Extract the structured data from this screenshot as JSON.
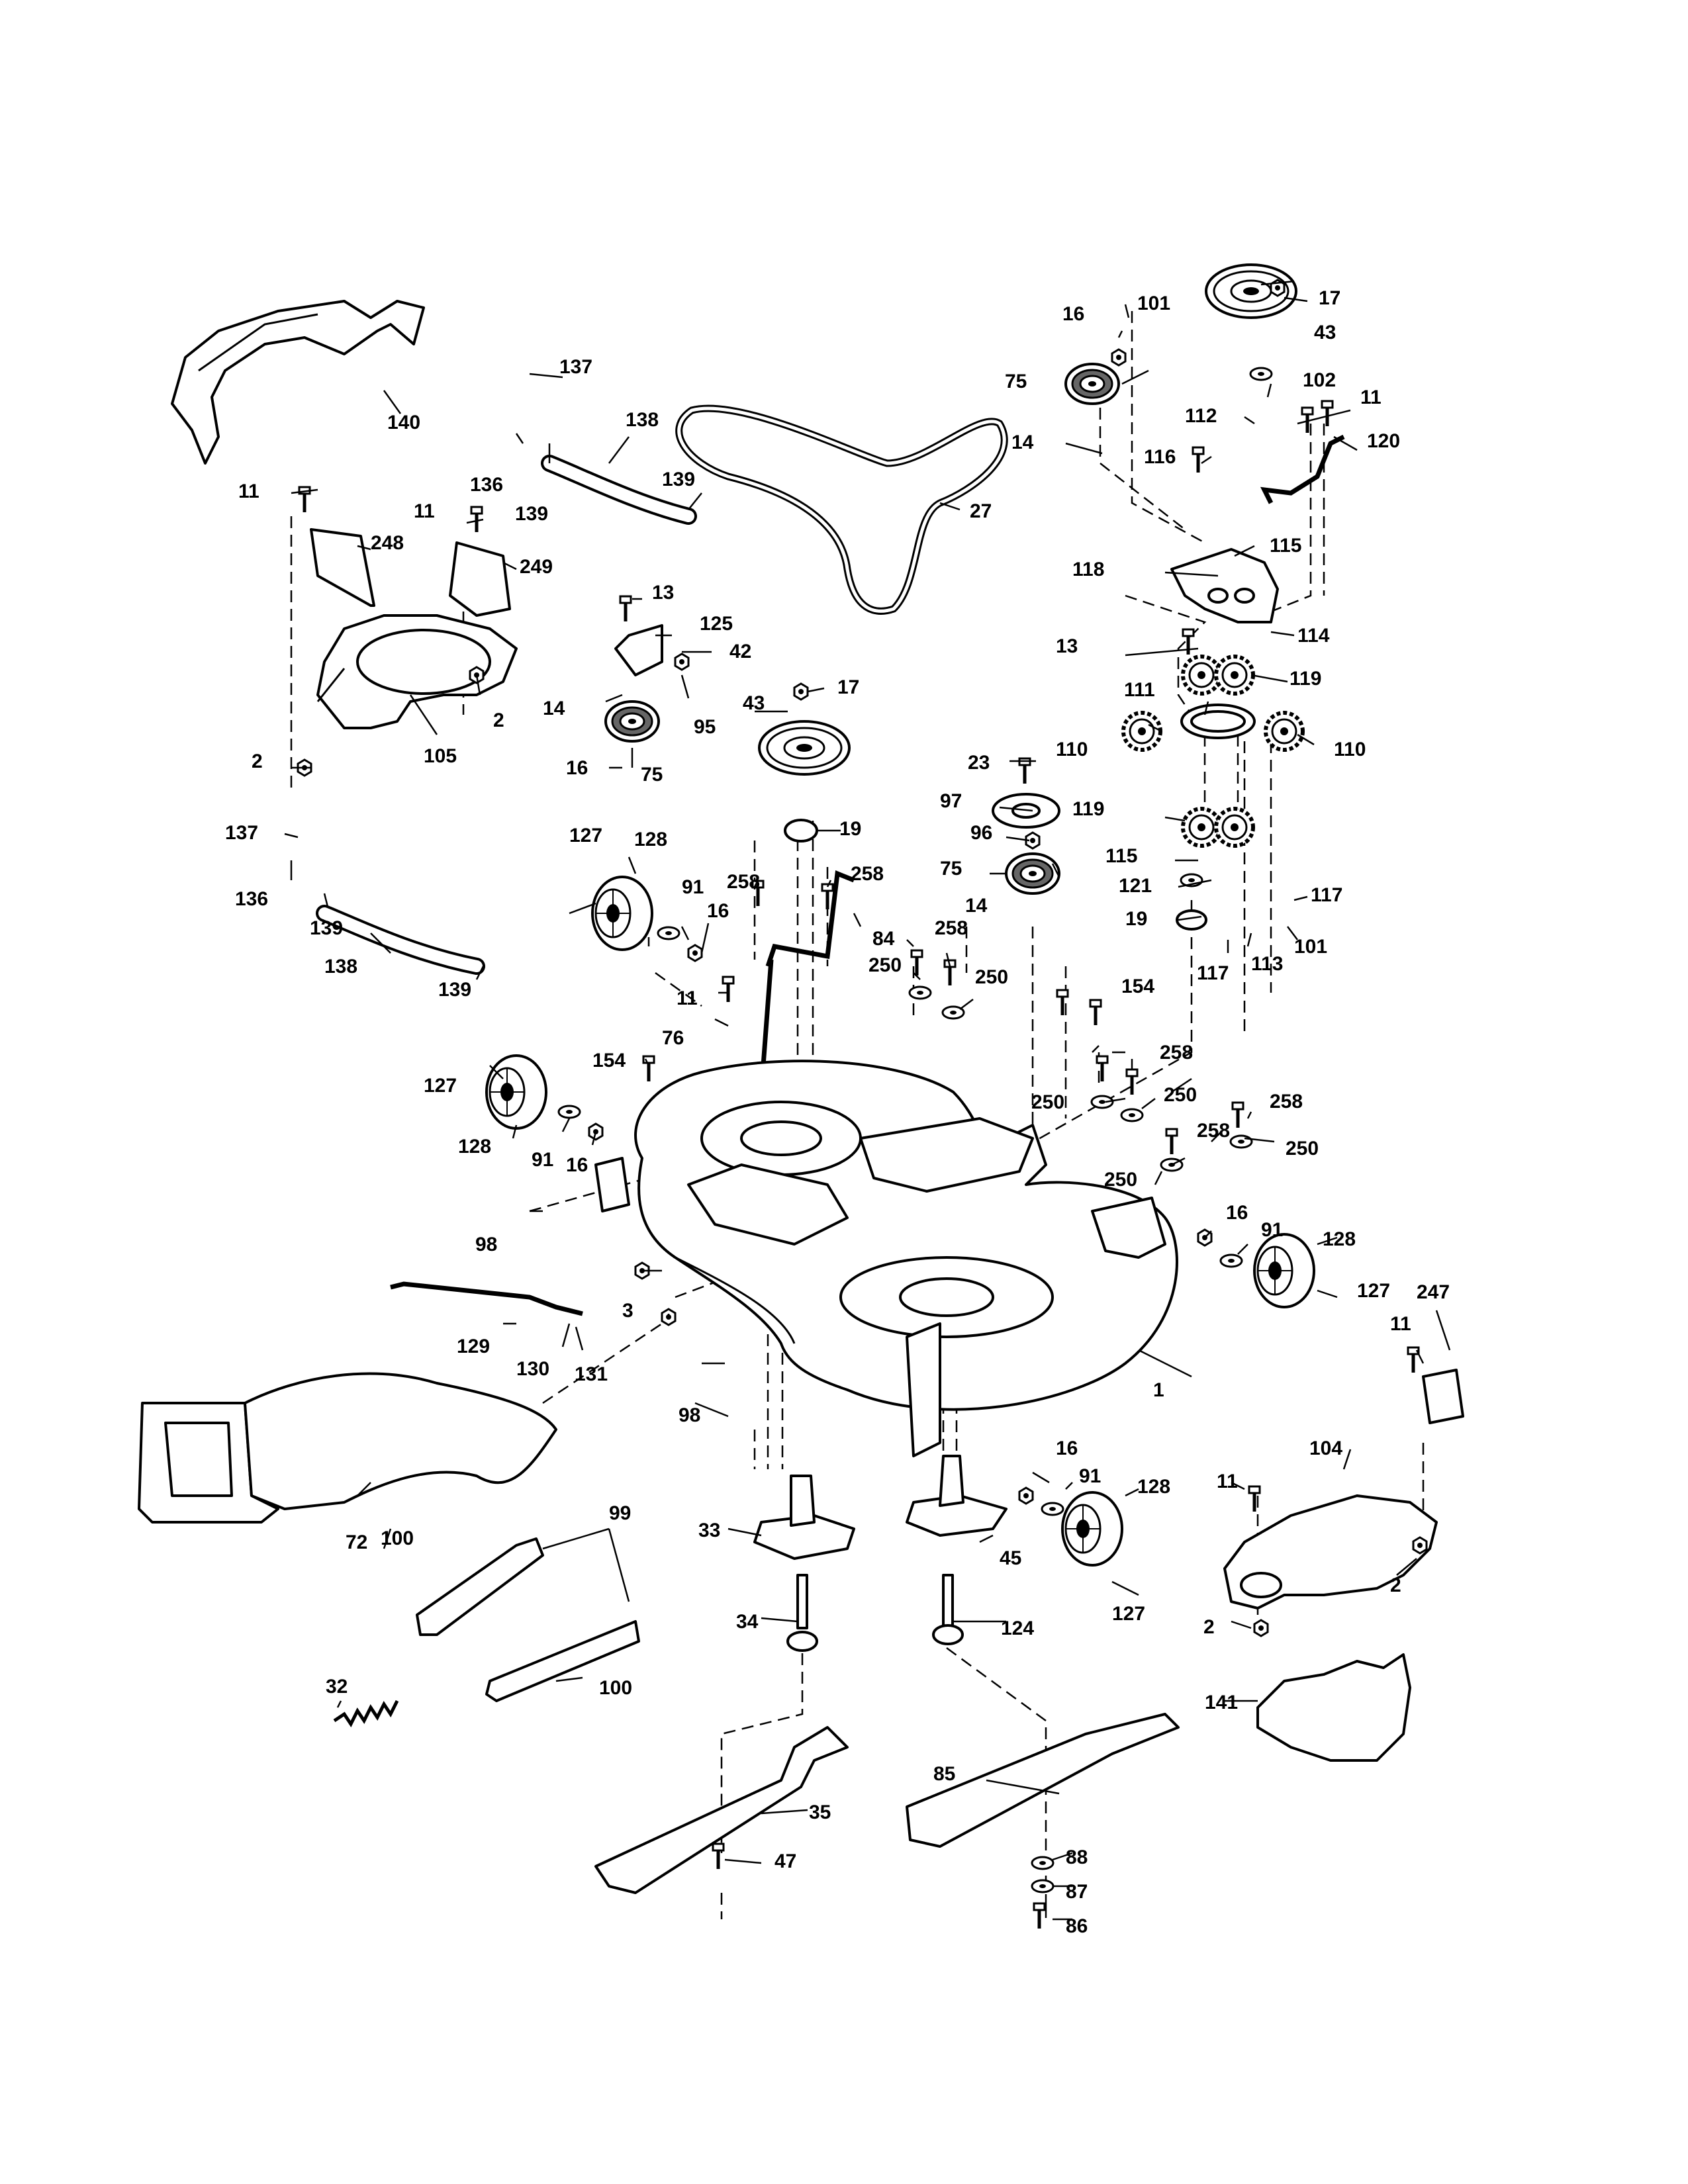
{
  "diagram": {
    "callouts": [
      {
        "id": "c-17-top",
        "label": "17"
      },
      {
        "id": "c-43-top",
        "label": "43"
      },
      {
        "id": "c-101-top",
        "label": "101"
      },
      {
        "id": "c-16-top",
        "label": "16"
      },
      {
        "id": "c-75-top",
        "label": "75"
      },
      {
        "id": "c-102",
        "label": "102"
      },
      {
        "id": "c-112",
        "label": "112"
      },
      {
        "id": "c-11-tr",
        "label": "11"
      },
      {
        "id": "c-120",
        "label": "120"
      },
      {
        "id": "c-14-tr",
        "label": "14"
      },
      {
        "id": "c-116",
        "label": "116"
      },
      {
        "id": "c-115-a",
        "label": "115"
      },
      {
        "id": "c-118",
        "label": "118"
      },
      {
        "id": "c-114",
        "label": "114"
      },
      {
        "id": "c-13-r",
        "label": "13"
      },
      {
        "id": "c-119-a",
        "label": "119"
      },
      {
        "id": "c-111",
        "label": "111"
      },
      {
        "id": "c-110-l",
        "label": "110"
      },
      {
        "id": "c-110-r",
        "label": "110"
      },
      {
        "id": "c-119-b",
        "label": "119"
      },
      {
        "id": "c-115-b",
        "label": "115"
      },
      {
        "id": "c-121",
        "label": "121"
      },
      {
        "id": "c-117-a",
        "label": "117"
      },
      {
        "id": "c-19-r",
        "label": "19"
      },
      {
        "id": "c-101-b",
        "label": "101"
      },
      {
        "id": "c-113",
        "label": "113"
      },
      {
        "id": "c-117-b",
        "label": "117"
      },
      {
        "id": "c-140",
        "label": "140"
      },
      {
        "id": "c-137-a",
        "label": "137"
      },
      {
        "id": "c-136-a",
        "label": "136"
      },
      {
        "id": "c-138-a",
        "label": "138"
      },
      {
        "id": "c-139-a",
        "label": "139"
      },
      {
        "id": "c-139-b",
        "label": "139"
      },
      {
        "id": "c-27",
        "label": "27"
      },
      {
        "id": "c-11-a",
        "label": "11"
      },
      {
        "id": "c-248",
        "label": "248"
      },
      {
        "id": "c-11-b",
        "label": "11"
      },
      {
        "id": "c-249",
        "label": "249"
      },
      {
        "id": "c-2-a",
        "label": "2"
      },
      {
        "id": "c-105",
        "label": "105"
      },
      {
        "id": "c-2-b",
        "label": "2"
      },
      {
        "id": "c-13-m",
        "label": "13"
      },
      {
        "id": "c-125",
        "label": "125"
      },
      {
        "id": "c-42",
        "label": "42"
      },
      {
        "id": "c-14-m",
        "label": "14"
      },
      {
        "id": "c-95",
        "label": "95"
      },
      {
        "id": "c-16-m",
        "label": "16"
      },
      {
        "id": "c-75-m",
        "label": "75"
      },
      {
        "id": "c-43-m",
        "label": "43"
      },
      {
        "id": "c-17-m",
        "label": "17"
      },
      {
        "id": "c-19-m",
        "label": "19"
      },
      {
        "id": "c-23",
        "label": "23"
      },
      {
        "id": "c-97",
        "label": "97"
      },
      {
        "id": "c-96",
        "label": "96"
      },
      {
        "id": "c-75-r",
        "label": "75"
      },
      {
        "id": "c-14-r2",
        "label": "14"
      },
      {
        "id": "c-137-b",
        "label": "137"
      },
      {
        "id": "c-136-b",
        "label": "136"
      },
      {
        "id": "c-139-c",
        "label": "139"
      },
      {
        "id": "c-138-b",
        "label": "138"
      },
      {
        "id": "c-139-d",
        "label": "139"
      },
      {
        "id": "c-127-a",
        "label": "127"
      },
      {
        "id": "c-128-a",
        "label": "128"
      },
      {
        "id": "c-91-a",
        "label": "91"
      },
      {
        "id": "c-16-a",
        "label": "16"
      },
      {
        "id": "c-258-a",
        "label": "258"
      },
      {
        "id": "c-258-b",
        "label": "258"
      },
      {
        "id": "c-84",
        "label": "84"
      },
      {
        "id": "c-258-c",
        "label": "258"
      },
      {
        "id": "c-250-a",
        "label": "250"
      },
      {
        "id": "c-250-b",
        "label": "250"
      },
      {
        "id": "c-11-c",
        "label": "11"
      },
      {
        "id": "c-76",
        "label": "76"
      },
      {
        "id": "c-154-a",
        "label": "154"
      },
      {
        "id": "c-154-b",
        "label": "154"
      },
      {
        "id": "c-127-b",
        "label": "127"
      },
      {
        "id": "c-128-b",
        "label": "128"
      },
      {
        "id": "c-91-b",
        "label": "91"
      },
      {
        "id": "c-16-b",
        "label": "16"
      },
      {
        "id": "c-258-d",
        "label": "258"
      },
      {
        "id": "c-250-c",
        "label": "250"
      },
      {
        "id": "c-250-d",
        "label": "250"
      },
      {
        "id": "c-258-e",
        "label": "258"
      },
      {
        "id": "c-258-f",
        "label": "258"
      },
      {
        "id": "c-250-e",
        "label": "250"
      },
      {
        "id": "c-250-f",
        "label": "250"
      },
      {
        "id": "c-98-a",
        "label": "98"
      },
      {
        "id": "c-16-c",
        "label": "16"
      },
      {
        "id": "c-91-c",
        "label": "91"
      },
      {
        "id": "c-128-c",
        "label": "128"
      },
      {
        "id": "c-127-c",
        "label": "127"
      },
      {
        "id": "c-3",
        "label": "3"
      },
      {
        "id": "c-129",
        "label": "129"
      },
      {
        "id": "c-130",
        "label": "130"
      },
      {
        "id": "c-131",
        "label": "131"
      },
      {
        "id": "c-247",
        "label": "247"
      },
      {
        "id": "c-11-d",
        "label": "11"
      },
      {
        "id": "c-1",
        "label": "1"
      },
      {
        "id": "c-98-b",
        "label": "98"
      },
      {
        "id": "c-104",
        "label": "104"
      },
      {
        "id": "c-16-d",
        "label": "16"
      },
      {
        "id": "c-91-d",
        "label": "91"
      },
      {
        "id": "c-128-d",
        "label": "128"
      },
      {
        "id": "c-11-e",
        "label": "11"
      },
      {
        "id": "c-72",
        "label": "72"
      },
      {
        "id": "c-100-a",
        "label": "100"
      },
      {
        "id": "c-99",
        "label": "99"
      },
      {
        "id": "c-33",
        "label": "33"
      },
      {
        "id": "c-45",
        "label": "45"
      },
      {
        "id": "c-127-d",
        "label": "127"
      },
      {
        "id": "c-2-c",
        "label": "2"
      },
      {
        "id": "c-2-d",
        "label": "2"
      },
      {
        "id": "c-34",
        "label": "34"
      },
      {
        "id": "c-124",
        "label": "124"
      },
      {
        "id": "c-32",
        "label": "32"
      },
      {
        "id": "c-100-b",
        "label": "100"
      },
      {
        "id": "c-141",
        "label": "141"
      },
      {
        "id": "c-85",
        "label": "85"
      },
      {
        "id": "c-35",
        "label": "35"
      },
      {
        "id": "c-47",
        "label": "47"
      },
      {
        "id": "c-88",
        "label": "88"
      },
      {
        "id": "c-87",
        "label": "87"
      },
      {
        "id": "c-86",
        "label": "86"
      }
    ]
  }
}
